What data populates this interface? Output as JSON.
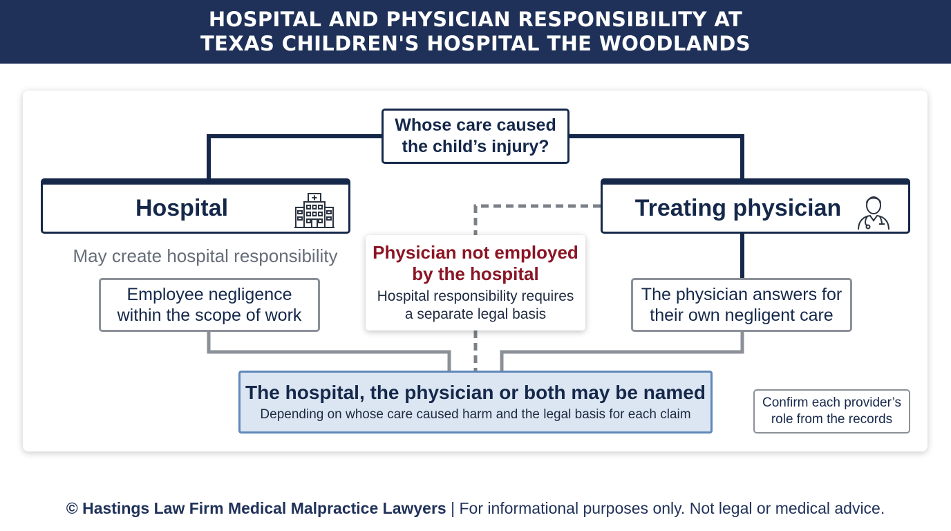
{
  "banner": {
    "title_line1": "HOSPITAL AND PHYSICIAN RESPONSIBILITY AT",
    "title_line2": "TEXAS CHILDREN'S HOSPITAL THE WOODLANDS"
  },
  "question": {
    "line1": "Whose care caused",
    "line2": "the child’s injury?"
  },
  "hospital": {
    "label": "Hospital",
    "icon": "hospital-building-icon",
    "note": "May create hospital responsibility",
    "branch_line1": "Employee negligence",
    "branch_line2": "within the scope of work"
  },
  "physician": {
    "label": "Treating physician",
    "icon": "doctor-icon",
    "branch_line1": "The physician answers for",
    "branch_line2": "their own negligent care"
  },
  "not_employed": {
    "title_line1": "Physician not employed",
    "title_line2": "by the hospital",
    "body_line1": "Hospital responsibility requires",
    "body_line2": "a separate legal basis"
  },
  "outcome": {
    "title": "The hospital, the physician or both may be named",
    "subtitle": "Depending on whose care caused harm and the legal basis for each claim"
  },
  "confirm_note": {
    "line1": "Confirm each provider’s",
    "line2": "role from the records"
  },
  "footer": {
    "copyright_symbol": "©",
    "firm": "Hastings Law Firm Medical Malpractice Lawyers",
    "separator": "|",
    "disclaimer": "For informational purposes only. Not legal or medical advice."
  },
  "colors": {
    "navy": "#1f3158",
    "dark_navy": "#15284a",
    "maroon": "#8b1525",
    "gray_line": "#8b9098",
    "dashed_line": "#7c8189",
    "outcome_fill": "#dce6f3",
    "outcome_border": "#5f87b8"
  }
}
